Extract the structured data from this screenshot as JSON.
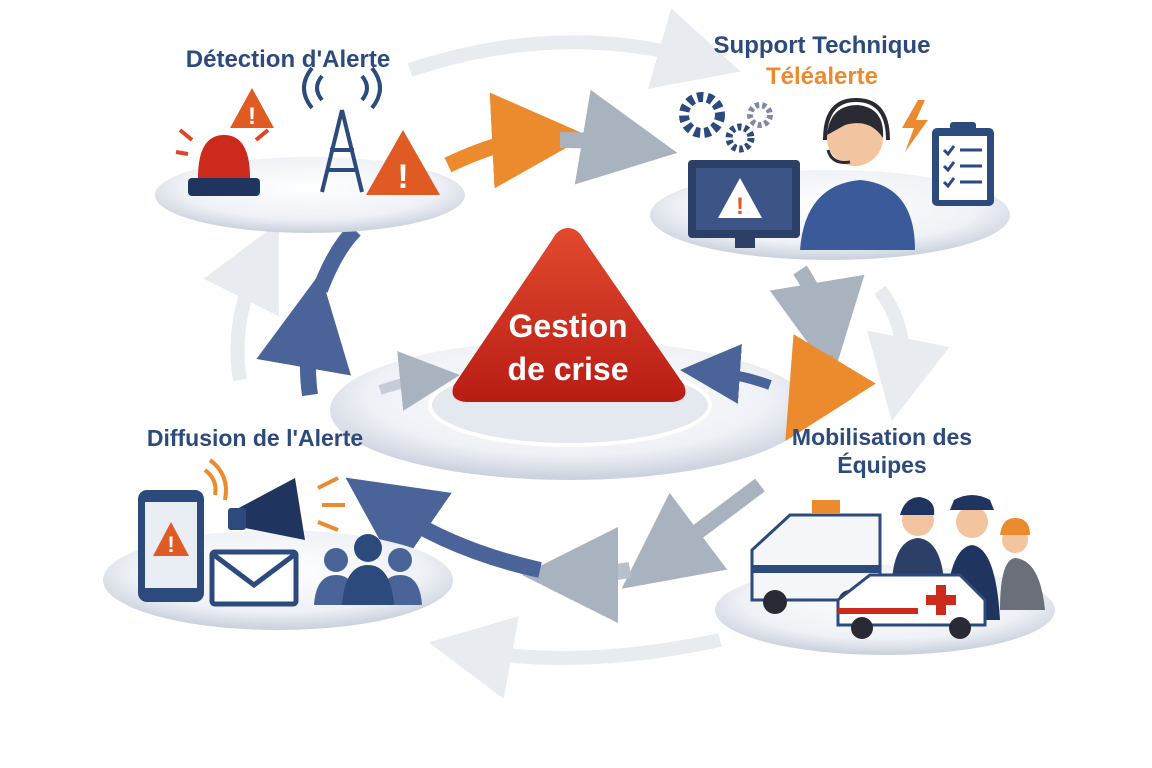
{
  "diagram": {
    "center": {
      "line1": "Gestion",
      "line2": "de crise"
    },
    "nodes": [
      {
        "id": "detection",
        "title": "Détection d'Alerte"
      },
      {
        "id": "support",
        "title": "Support Technique",
        "subtitle": "Téléalerte"
      },
      {
        "id": "mobilisation",
        "title_line1": "Mobilisation des",
        "title_line2": "Équipes"
      },
      {
        "id": "diffusion",
        "title": "Diffusion de l'Alerte"
      }
    ],
    "colors": {
      "navy": "#2c4a7c",
      "orange": "#ec8a2e",
      "red": "#cc2a1c",
      "grey": "#a9b3c0",
      "blue": "#4a6399"
    }
  }
}
